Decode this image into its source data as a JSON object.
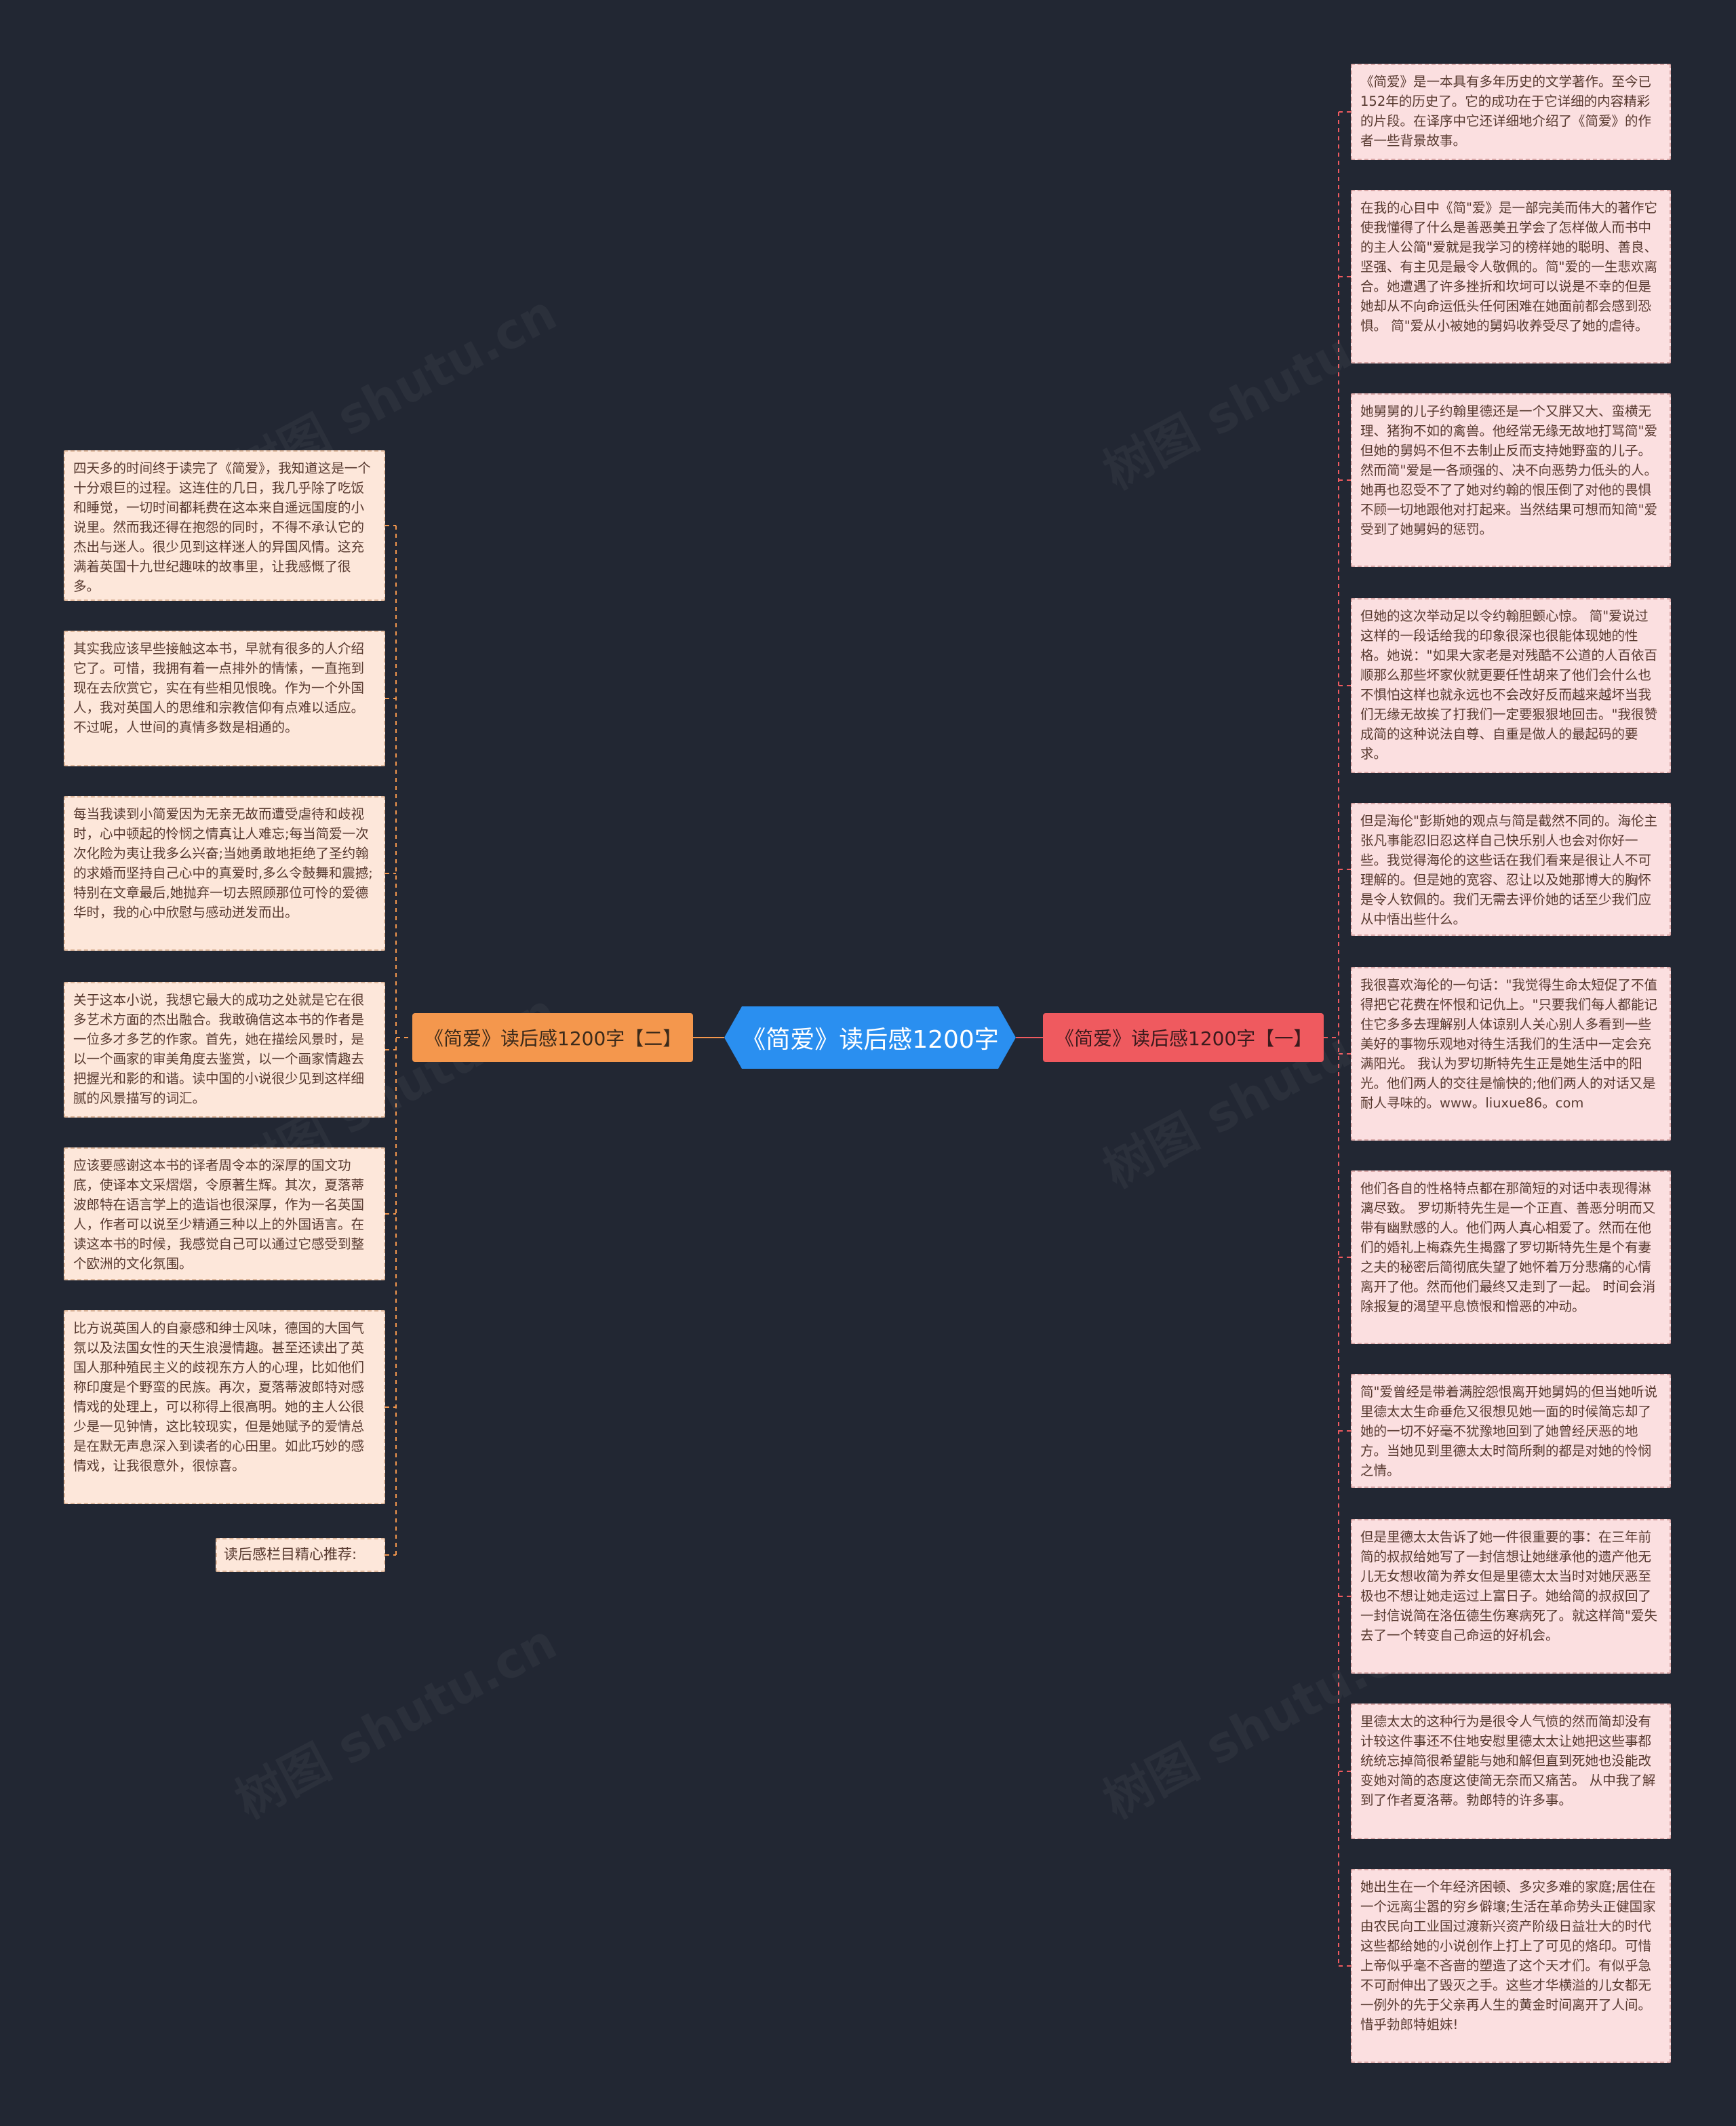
{
  "central": {
    "label": "《简爱》读后感1200字"
  },
  "left_branch": {
    "label": "《简爱》读后感1200字【二】",
    "items": [
      "四天多的时间终于读完了《简爱》，我知道这是一个十分艰巨的过程。这连住的几日，我几乎除了吃饭和睡觉，一切时间都耗费在这本来自遥远国度的小说里。然而我还得在抱怨的同时，不得不承认它的杰出与迷人。很少见到这样迷人的异国风情。这充满着英国十九世纪趣味的故事里，让我感慨了很多。",
      "其实我应该早些接触这本书，早就有很多的人介绍它了。可惜，我拥有着一点排外的情愫，一直拖到现在去欣赏它，实在有些相见恨晚。作为一个外国人，我对英国人的思维和宗教信仰有点难以适应。不过呢，人世间的真情多数是相通的。",
      "每当我读到小简爱因为无亲无故而遭受虐待和歧视时，心中顿起的怜悯之情真让人难忘;每当简爱一次次化险为夷让我多么兴奋;当她勇敢地拒绝了圣约翰的求婚而坚持自己心中的真爱时,多么令鼓舞和震撼;特别在文章最后,她抛弃一切去照顾那位可怜的爱德华时，我的心中欣慰与感动迸发而出。",
      "关于这本小说，我想它最大的成功之处就是它在很多艺术方面的杰出融合。我敢确信这本书的作者是一位多才多艺的作家。首先，她在描绘风景时，是以一个画家的审美角度去鉴赏，以一个画家情趣去把握光和影的和谐。读中国的小说很少见到这样细腻的风景描写的词汇。",
      "应该要感谢这本书的译者周令本的深厚的国文功底，使译本文采熠熠，令原著生辉。其次，夏落蒂波郎特在语言学上的造诣也很深厚，作为一名英国人，作者可以说至少精通三种以上的外国语言。在读这本书的时候，我感觉自己可以通过它感受到整个欧洲的文化氛围。",
      "比方说英国人的自豪感和绅士风味，德国的大国气氛以及法国女性的天生浪漫情趣。甚至还读出了英国人那种殖民主义的歧视东方人的心理，比如他们称印度是个野蛮的民族。再次，夏落蒂波郎特对感情戏的处理上，可以称得上很高明。她的主人公很少是一见钟情，这比较现实，但是她赋予的爱情总是在默无声息深入到读者的心田里。如此巧妙的感情戏，让我很意外，很惊喜。",
      "读后感栏目精心推荐:"
    ]
  },
  "right_branch": {
    "label": "《简爱》读后感1200字【一】",
    "items": [
      "《简爱》是一本具有多年历史的文学著作。至今已152年的历史了。它的成功在于它详细的内容精彩的片段。在译序中它还详细地介绍了《简爱》的作者一些背景故事。",
      "在我的心目中《简\"爱》是一部完美而伟大的著作它使我懂得了什么是善恶美丑学会了怎样做人而书中的主人公简\"爱就是我学习的榜样她的聪明、善良、坚强、有主见是最令人敬佩的。简\"爱的一生悲欢离合。她遭遇了许多挫折和坎坷可以说是不幸的但是她却从不向命运低头任何困难在她面前都会感到恐惧。 简\"爱从小被她的舅妈收养受尽了她的虐待。",
      "她舅舅的儿子约翰里德还是一个又胖又大、蛮横无理、猪狗不如的禽兽。他经常无缘无故地打骂简\"爱但她的舅妈不但不去制止反而支持她野蛮的儿子。然而简\"爱是一各顽强的、决不向恶势力低头的人。她再也忍受不了了她对约翰的恨压倒了对他的畏惧不顾一切地跟他对打起来。当然结果可想而知简\"爱受到了她舅妈的惩罚。",
      "但她的这次举动足以令约翰胆颤心惊。 简\"爱说过这样的一段话给我的印象很深也很能体现她的性格。她说：\"如果大家老是对残酷不公道的人百依百顺那么那些坏家伙就更要任性胡来了他们会什么也不惧怕这样也就永远也不会改好反而越来越坏当我们无缘无故挨了打我们一定要狠狠地回击。\"我很赞成简的这种说法自尊、自重是做人的最起码的要求。",
      "但是海伦\"彭斯她的观点与简是截然不同的。海伦主张凡事能忍旧忍这样自己快乐别人也会对你好一些。我觉得海伦的这些话在我们看来是很让人不可理解的。但是她的宽容、忍让以及她那博大的胸怀是令人钦佩的。我们无需去评价她的话至少我们应从中悟出些什么。",
      "我很喜欢海伦的一句话：\"我觉得生命太短促了不值得把它花费在怀恨和记仇上。\"只要我们每人都能记住它多多去理解别人体谅别人关心别人多看到一些美好的事物乐观地对待生活我们的生活中一定会充满阳光。 我认为罗切斯特先生正是她生活中的阳光。他们两人的交往是愉快的;他们两人的对话又是耐人寻味的。www。liuxue86。com",
      "他们各自的性格特点都在那简短的对话中表现得淋漓尽致。 罗切斯特先生是一个正直、善恶分明而又带有幽默感的人。他们两人真心相爱了。然而在他们的婚礼上梅森先生揭露了罗切斯特先生是个有妻之夫的秘密后简彻底失望了她怀着万分悲痛的心情离开了他。然而他们最终又走到了一起。 时间会消除报复的渴望平息愤恨和憎恶的冲动。",
      "简\"爱曾经是带着满腔怨恨离开她舅妈的但当她听说里德太太生命垂危又很想见她一面的时候简忘却了她的一切不好毫不犹豫地回到了她曾经厌恶的地方。当她见到里德太太时简所剩的都是对她的怜悯之情。",
      "但是里德太太告诉了她一件很重要的事：在三年前简的叔叔给她写了一封信想让她继承他的遗产他无儿无女想收简为养女但是里德太太当时对她厌恶至极也不想让她走运过上富日子。她给简的叔叔回了一封信说简在洛伍德生伤寒病死了。就这样简\"爱失去了一个转变自己命运的好机会。",
      "里德太太的这种行为是很令人气愤的然而简却没有计较这件事还不住地安慰里德太太让她把这些事都统统忘掉简很希望能与她和解但直到死她也没能改变她对简的态度这使简无奈而又痛苦。 从中我了解到了作者夏洛蒂。勃郎特的许多事。",
      "她出生在一个年经济困顿、多灾多难的家庭;居住在一个远离尘嚣的穷乡僻壤;生活在革命势头正健国家由农民向工业国过渡新兴资产阶级日益壮大的时代这些都给她的小说创作上打上了可见的烙印。可惜上帝似乎毫不吝啬的塑造了这个天才们。有似乎急不可耐伸出了毁灭之手。这些才华横溢的儿女都无一例外的先于父亲再人生的黄金时间离开了人间。惜乎勃郎特姐妹!"
    ]
  },
  "watermark": "树图 shutu.cn",
  "colors": {
    "background": "#222733",
    "central": "#2a8ff0",
    "left_branch": "#f4974d",
    "right_branch": "#ef5a5f",
    "left_leaf_bg": "#fde7da",
    "right_leaf_bg": "#fbdfe0",
    "connector_left": "#f4974d",
    "connector_right": "#ef5a5f"
  }
}
